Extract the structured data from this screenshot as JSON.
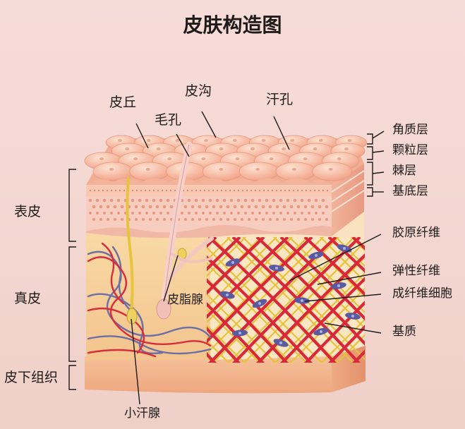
{
  "title": "皮肤构造图",
  "top_labels": {
    "pore_hill": "皮丘",
    "skin_furrow": "皮沟",
    "hair_pore": "毛孔",
    "sweat_pore": "汗孔"
  },
  "left_regions": {
    "epidermis": "表皮",
    "dermis": "真皮",
    "hypodermis": "皮下组织"
  },
  "right_layers": {
    "stratum_corneum": "角质层",
    "stratum_granulosum": "颗粒层",
    "stratum_spinosum": "棘层",
    "stratum_basale": "基底层"
  },
  "right_structures": {
    "collagen_fiber": "胶原纤维",
    "elastic_fiber": "弹性纤维",
    "fibroblast": "成纤维细胞",
    "ground_substance": "基质"
  },
  "inner_labels": {
    "sebaceous_gland": "皮脂腺",
    "sweat_gland": "小汗腺"
  },
  "colors": {
    "background": "#f4d8d2",
    "surface_bump": "#f6b49a",
    "collagen": "#d8283a",
    "elastic": "#e6c23a",
    "fibroblast": "#5a5aa0",
    "hair": "#f2c6c0",
    "nerve_yellow": "#e8c23c"
  }
}
